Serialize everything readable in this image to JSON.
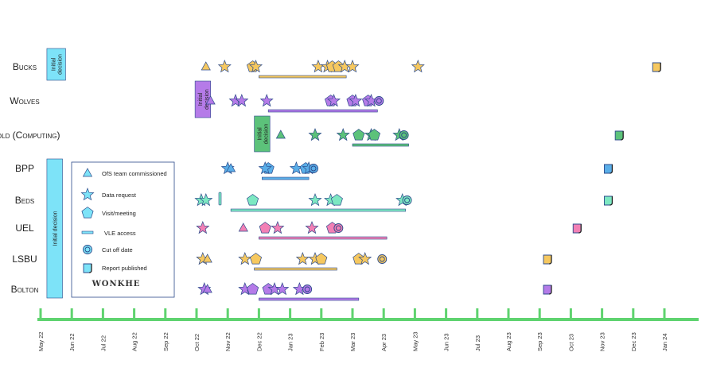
{
  "chart_data": {
    "type": "timeline",
    "title": "",
    "brand": "WONKHE",
    "months": [
      "May 22",
      "Jun 22",
      "Jul 22",
      "Aug 22",
      "Sep 22",
      "Oct 22",
      "Nov 22",
      "Dec 22",
      "Jan 23",
      "Feb 23",
      "Mar 23",
      "Apr 23",
      "May 23",
      "Jun 23",
      "Jul 23",
      "Aug 23",
      "Sep 23",
      "Oct 23",
      "Nov 23",
      "Dec 23",
      "Jan 24"
    ],
    "legend": [
      {
        "key": "triangle",
        "label": "OfS team commissioned"
      },
      {
        "key": "star",
        "label": "Data request"
      },
      {
        "key": "pentagon",
        "label": "Visit/meeting"
      },
      {
        "key": "bar",
        "label": "VLE access"
      },
      {
        "key": "cutoff",
        "label": "Cut off date"
      },
      {
        "key": "report",
        "label": "Report published"
      }
    ],
    "decision_label": "Initial decision",
    "rows": [
      {
        "label": "Bucks",
        "color": "#f6c85f",
        "decision": {
          "start": 0.1,
          "end": 0.7
        },
        "events": [
          {
            "t": "triangle",
            "m": 5.3
          },
          {
            "t": "star",
            "m": 5.9
          },
          {
            "t": "pentagon",
            "m": 6.8
          },
          {
            "t": "star",
            "m": 6.9
          },
          {
            "t": "star",
            "m": 8.9
          },
          {
            "t": "star",
            "m": 9.2
          },
          {
            "t": "pentagon",
            "m": 9.35
          },
          {
            "t": "pentagon",
            "m": 9.55
          },
          {
            "t": "star",
            "m": 9.75
          },
          {
            "t": "star",
            "m": 10.0
          },
          {
            "t": "star",
            "m": 12.1
          },
          {
            "t": "report",
            "m": 19.75
          }
        ],
        "vle": [
          7.0,
          9.8
        ]
      },
      {
        "label": "Wolves",
        "color": "#b57be8",
        "decision": {
          "start": 4.85,
          "end": 5.35
        },
        "events": [
          {
            "t": "triangle",
            "m": 5.45
          },
          {
            "t": "star",
            "m": 6.25
          },
          {
            "t": "star",
            "m": 6.45
          },
          {
            "t": "star",
            "m": 7.25
          },
          {
            "t": "pentagon",
            "m": 9.3
          },
          {
            "t": "star",
            "m": 9.4
          },
          {
            "t": "pentagon",
            "m": 10.0
          },
          {
            "t": "star",
            "m": 10.1
          },
          {
            "t": "pentagon",
            "m": 10.5
          },
          {
            "t": "star",
            "m": 10.6
          },
          {
            "t": "cutoff",
            "m": 10.85
          }
        ],
        "vle": [
          7.3,
          10.8
        ]
      },
      {
        "label": "Gold (Computing)",
        "color": "#5cc27a",
        "decision": {
          "start": 6.75,
          "end": 7.25
        },
        "events": [
          {
            "t": "triangle",
            "m": 7.7
          },
          {
            "t": "star",
            "m": 8.8
          },
          {
            "t": "star",
            "m": 9.7
          },
          {
            "t": "pentagon",
            "m": 10.2
          },
          {
            "t": "star",
            "m": 10.6
          },
          {
            "t": "pentagon",
            "m": 10.7
          },
          {
            "t": "star",
            "m": 11.5
          },
          {
            "t": "cutoff",
            "m": 11.65
          },
          {
            "t": "report",
            "m": 18.55
          }
        ],
        "vle": [
          10.0,
          11.8
        ]
      },
      {
        "label": "BPP",
        "color": "#5aaee8",
        "decision": {
          "start": 0.1,
          "end": 0.6
        },
        "events": [
          {
            "t": "star",
            "m": 6.0
          },
          {
            "t": "triangle",
            "m": 6.1
          },
          {
            "t": "pentagon",
            "m": 7.3
          },
          {
            "t": "star",
            "m": 7.2
          },
          {
            "t": "star",
            "m": 8.2
          },
          {
            "t": "pentagon",
            "m": 8.5
          },
          {
            "t": "star",
            "m": 8.6
          },
          {
            "t": "cutoff",
            "m": 8.75
          }
        ],
        "vle": [
          7.1,
          8.6
        ],
        "report": 18.2
      },
      {
        "label": "Beds",
        "color": "#7de8c2",
        "events": [
          {
            "t": "star",
            "m": 5.15
          },
          {
            "t": "star",
            "m": 5.3
          },
          {
            "t": "pentagon",
            "m": 6.8
          },
          {
            "t": "star",
            "m": 8.8
          },
          {
            "t": "star",
            "m": 9.3
          },
          {
            "t": "pentagon",
            "m": 9.5
          },
          {
            "t": "star",
            "m": 11.6
          },
          {
            "t": "cutoff",
            "m": 11.75
          },
          {
            "t": "report",
            "m": 18.2
          }
        ],
        "vle": [
          6.1,
          11.7
        ]
      },
      {
        "label": "UEL",
        "color": "#f280b5",
        "events": [
          {
            "t": "star",
            "m": 5.2
          },
          {
            "t": "triangle",
            "m": 6.5
          },
          {
            "t": "pentagon",
            "m": 7.2
          },
          {
            "t": "star",
            "m": 7.6
          },
          {
            "t": "star",
            "m": 8.7
          },
          {
            "t": "pentagon",
            "m": 9.35
          },
          {
            "t": "cutoff",
            "m": 9.55
          },
          {
            "t": "report",
            "m": 17.2
          }
        ],
        "vle": [
          7.0,
          11.1
        ]
      },
      {
        "label": "LSBU",
        "color": "#f6c85f",
        "events": [
          {
            "t": "star",
            "m": 5.2
          },
          {
            "t": "triangle",
            "m": 5.35
          },
          {
            "t": "star",
            "m": 6.55
          },
          {
            "t": "pentagon",
            "m": 6.9
          },
          {
            "t": "star",
            "m": 8.4
          },
          {
            "t": "star",
            "m": 8.8
          },
          {
            "t": "pentagon",
            "m": 9.0
          },
          {
            "t": "pentagon",
            "m": 10.2
          },
          {
            "t": "star",
            "m": 10.4
          },
          {
            "t": "cutoff",
            "m": 10.95
          },
          {
            "t": "report",
            "m": 16.25
          }
        ],
        "vle": [
          6.85,
          9.5
        ]
      },
      {
        "label": "Bolton",
        "color": "#b57be8",
        "events": [
          {
            "t": "star",
            "m": 5.25
          },
          {
            "t": "triangle",
            "m": 5.35
          },
          {
            "t": "star",
            "m": 6.55
          },
          {
            "t": "pentagon",
            "m": 6.8
          },
          {
            "t": "pentagon",
            "m": 7.3
          },
          {
            "t": "star",
            "m": 7.5
          },
          {
            "t": "star",
            "m": 7.75
          },
          {
            "t": "star",
            "m": 8.3
          },
          {
            "t": "cutoff",
            "m": 8.55
          },
          {
            "t": "report",
            "m": 16.25
          }
        ],
        "vle": [
          7.0,
          10.2
        ]
      }
    ],
    "styles": {
      "axis": "#5fd36f",
      "decision_beds": "#7de3f8",
      "outline": "#2b4a8a"
    }
  }
}
